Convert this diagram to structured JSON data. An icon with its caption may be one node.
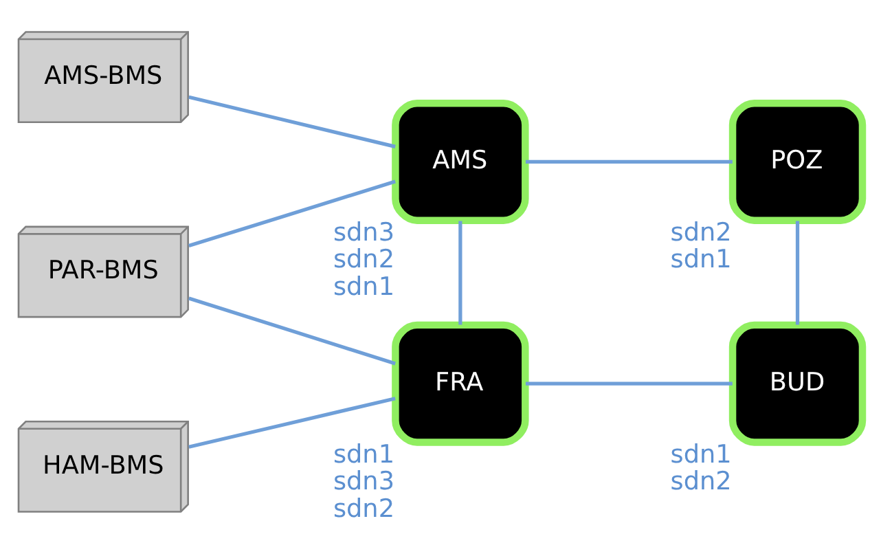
{
  "diagram": {
    "nodes": [
      {
        "text": [
          "AMS-BMS"
        ]
      },
      {
        "text": [
          "AMS"
        ],
        "beside": [
          "sdn3",
          "sdn2",
          "sdn1"
        ]
      },
      {
        "text": [
          "POZ"
        ],
        "beside": [
          "sdn2",
          "sdn1"
        ]
      },
      {
        "text": [
          "PAR-BMS"
        ]
      },
      {
        "text": [
          "HAM-BMS"
        ]
      },
      {
        "text": [
          "FRA"
        ],
        "beside": [
          "sdn1",
          "sdn3",
          "sdn2"
        ]
      },
      {
        "text": [
          "BUD"
        ],
        "beside": [
          "sdn1",
          "sdn2"
        ]
      }
    ],
    "edges": [
      {
        "from": 0,
        "to": 1,
        "arrow": "none"
      },
      {
        "from": 3,
        "to": 1,
        "arrow": "none"
      },
      {
        "from": 3,
        "to": 5,
        "arrow": "none"
      },
      {
        "from": 4,
        "to": 5,
        "arrow": "none"
      },
      {
        "from": 1,
        "to": 2,
        "arrow": "none"
      },
      {
        "from": 1,
        "to": 5,
        "arrow": "none"
      },
      {
        "from": 2,
        "to": 6,
        "arrow": "none"
      },
      {
        "from": 5,
        "to": 6,
        "arrow": "none"
      }
    ]
  }
}
